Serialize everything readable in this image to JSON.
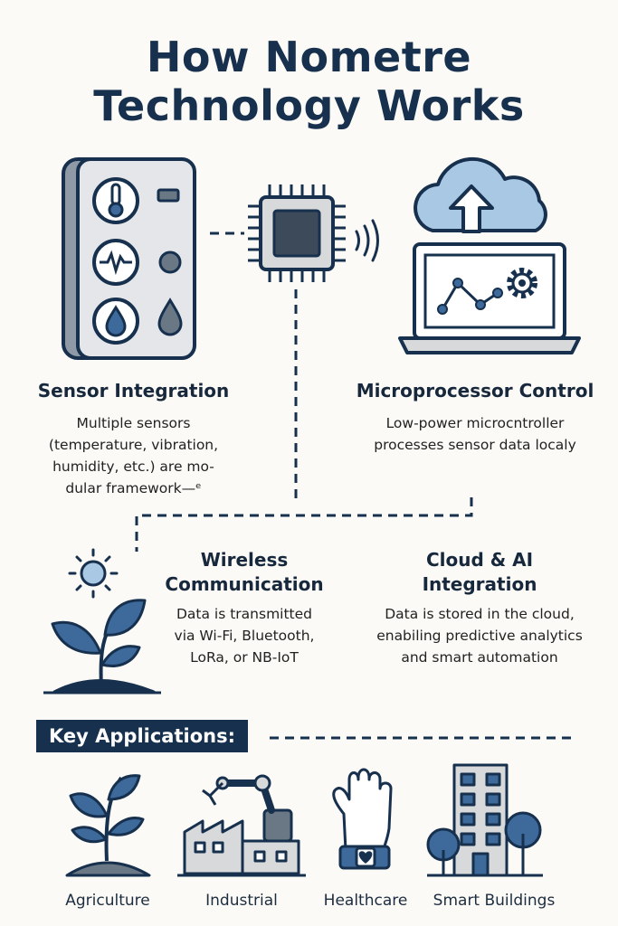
{
  "title": {
    "line1": "How Nometre",
    "line2": "Technology Works"
  },
  "sections": {
    "sensor": {
      "heading": "Sensor Integration",
      "lines": [
        "Multiple sensors",
        "(temperature, vibration,",
        "humidity, etc.) are mo-",
        "dular framework—ᵉ"
      ]
    },
    "micro": {
      "heading": "Microprocessor Control",
      "lines": [
        "Low-power microcntroller",
        "processes sensor data localy"
      ]
    },
    "wireless": {
      "heading1": "Wireless",
      "heading2": "Communication",
      "lines": [
        "Data is transmitted",
        "via Wi-Fi, Bluetooth,",
        "LoRa, or NB-IoT"
      ]
    },
    "cloud": {
      "heading1": "Cloud & AI",
      "heading2": "Integration",
      "lines": [
        "Data is stored in the cloud,",
        "enabiling predictive analytics",
        "and smart automation"
      ]
    }
  },
  "key_applications": {
    "label": "Key Applications:",
    "items": [
      "Agriculture",
      "Industrial",
      "Healthcare",
      "Smart Buildings"
    ]
  },
  "colors": {
    "navy": "#16304e",
    "blue": "#3d6a9b",
    "light_blue": "#a9c8e4",
    "gray": "#d8d9db"
  },
  "icons": [
    "sensor-panel-icon",
    "thermometer-icon",
    "heartbeat-icon",
    "droplet-icon",
    "microchip-icon",
    "wireless-signal-icon",
    "cloud-upload-icon",
    "laptop-chart-icon",
    "gear-icon",
    "sun-icon",
    "plant-icon",
    "factory-robot-arm-icon",
    "hand-wristband-icon",
    "building-trees-icon"
  ]
}
